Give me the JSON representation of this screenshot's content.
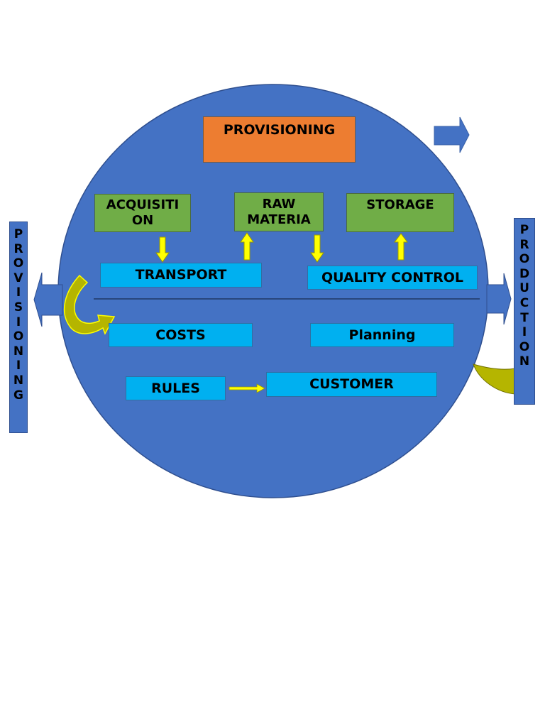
{
  "diagram": {
    "center_title": "PROVISIONING",
    "top_row": [
      "ACQUISITI ON",
      "RAW MATERIA",
      "STORAGE"
    ],
    "middle_row": [
      "TRANSPORT",
      "QUALITY CONTROL"
    ],
    "lower_row": [
      "COSTS",
      "Planning"
    ],
    "bottom_row": [
      "RULES",
      "CUSTOMER"
    ],
    "left_label": "PROVISIONING",
    "right_label": "PRODUCTION"
  },
  "colors": {
    "circle": "#4472c4",
    "title_box": "#ed7d31",
    "green_box": "#70ad47",
    "blue_box": "#00b0f0",
    "arrow_yellow": "#ffff00",
    "curved_arrow": "#b5b500"
  }
}
